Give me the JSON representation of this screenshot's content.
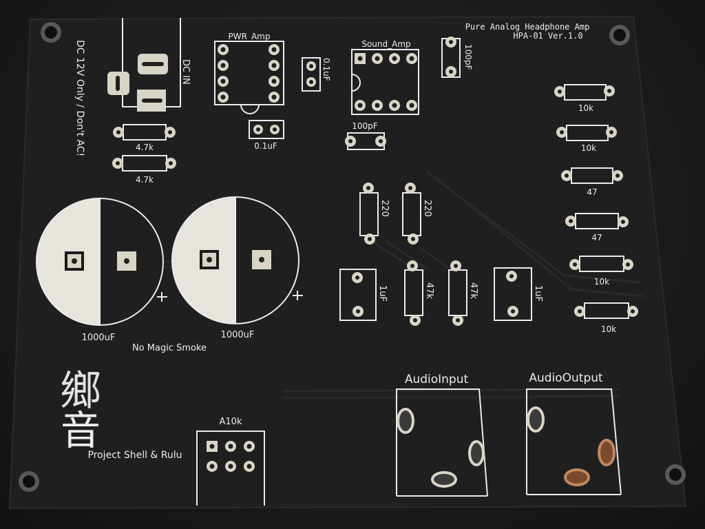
{
  "board": {
    "title_line1": "Pure Analog Headphone Amp",
    "title_line2": "HPA-01 Ver.1.0",
    "power_warning": "DC 12V Only / Don't AC!",
    "dc_in": "DC IN",
    "slogan": "No Magic Smoke",
    "logo_glyph_top": "鄉",
    "logo_glyph_bottom": "音",
    "project": "Project Shell & Rulu",
    "colors": {
      "pcb": "#1e1e1f",
      "silkscreen": "#ececec",
      "pad": "#d9d5c6"
    }
  },
  "parts": {
    "pwr_amp": "PWR_Amp",
    "sound_amp": "Sound_Amp",
    "cap_01_right": "0.1uF",
    "cap_01_bottom": "0.1uF",
    "cap_100p_top": "100pF",
    "cap_100p_mid": "100pF",
    "r_47k_1": "4.7k",
    "r_47k_2": "4.7k",
    "r_220_1": "220",
    "r_220_2": "220",
    "r_47k_a": "47k",
    "r_47k_b": "47k",
    "c_1uf_left": "1uF",
    "c_1uf_right": "1uF",
    "r_10k_1": "10k",
    "r_10k_2": "10k",
    "r_47_1": "47",
    "r_47_2": "47",
    "r_10k_3": "10k",
    "r_10k_4": "10k",
    "elco_1": "1000uF",
    "elco_2": "1000uF",
    "pot": "A10k",
    "audio_in": "AudioInput",
    "audio_out": "AudioOutput"
  }
}
